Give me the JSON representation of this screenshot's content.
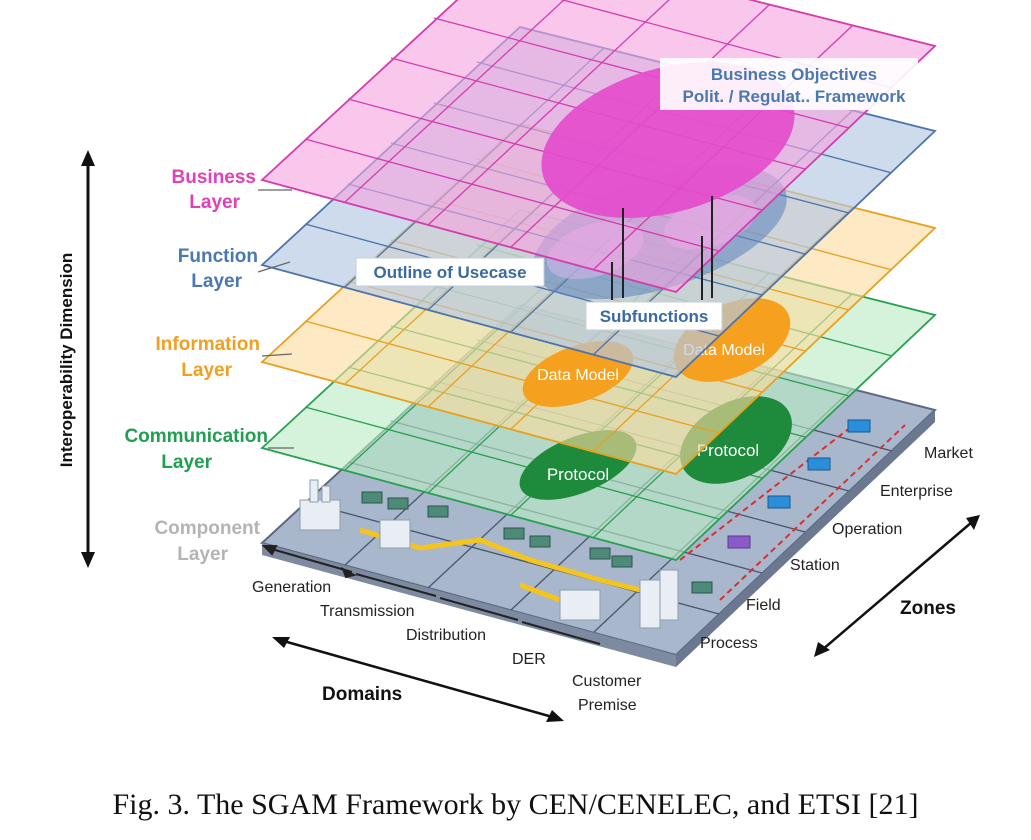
{
  "layers": {
    "business": {
      "line1": "Business",
      "line2": "Layer",
      "color": "#e040b8"
    },
    "function": {
      "line1": "Function",
      "line2": "Layer",
      "color": "#4a78b0"
    },
    "information": {
      "line1": "Information",
      "line2": "Layer",
      "color": "#f0a020"
    },
    "communication": {
      "line1": "Communication",
      "line2": "Layer",
      "color": "#1fa050"
    },
    "component": {
      "line1": "Component",
      "line2": "Layer",
      "color": "#b4b4b4"
    }
  },
  "axis_label": "Interoperability Dimension",
  "business_objectives": {
    "line1": "Business Objectives",
    "line2": "Polit. / Regulat.. Framework"
  },
  "outline_of_usecase": "Outline of Usecase",
  "subfunctions": "Subfunctions",
  "data_model": "Data Model",
  "protocol": "Protocol",
  "domains": {
    "title": "Domains",
    "items": [
      "Generation",
      "Transmission",
      "Distribution",
      "DER",
      "Customer",
      "Premise"
    ]
  },
  "zones": {
    "title": "Zones",
    "items": [
      "Market",
      "Enterprise",
      "Operation",
      "Station",
      "Field",
      "Process"
    ]
  },
  "caption": "Fig. 3.  The SGAM Framework by CEN/CENELEC, and ETSI [21]"
}
